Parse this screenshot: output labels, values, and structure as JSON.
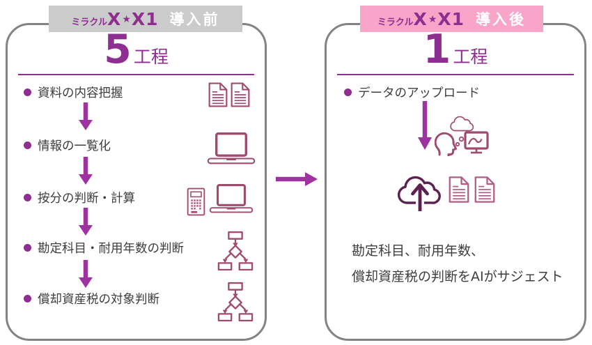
{
  "colors": {
    "purple": "#8e2e90",
    "arrow": "#9d32a0",
    "rose": "#a04a6e",
    "pink-doc": "#b15e87",
    "plum": "#5d2150",
    "gray-bg": "#cbcbcb",
    "pink-bg": "#f8a5c9",
    "border-gray": "#838383",
    "text": "#3d3d3d"
  },
  "brand": {
    "prefix": "ミラクル",
    "x_first": "X",
    "star": "★",
    "x_second": "X1"
  },
  "before": {
    "tag": "導入前",
    "count": "5",
    "unit": "工程",
    "steps": [
      {
        "label": "資料の内容把握",
        "icon": "documents-icon"
      },
      {
        "label": "情報の一覧化",
        "icon": "laptop-icon"
      },
      {
        "label": "按分の判断・計算",
        "icon": "calculator-laptop-icon"
      },
      {
        "label": "勘定科目・耐用年数の判断",
        "icon": "flowchart-icon"
      },
      {
        "label": "償却資産税の対象判断",
        "icon": "flowchart-icon"
      }
    ]
  },
  "after": {
    "tag": "導入後",
    "count": "1",
    "unit": "工程",
    "steps": [
      {
        "label": "データのアップロード",
        "icon": "cloud-upload-icon"
      }
    ],
    "note": [
      "勘定科目、耐用年数、",
      "償却資産税の判断をAIがサジェスト"
    ]
  }
}
